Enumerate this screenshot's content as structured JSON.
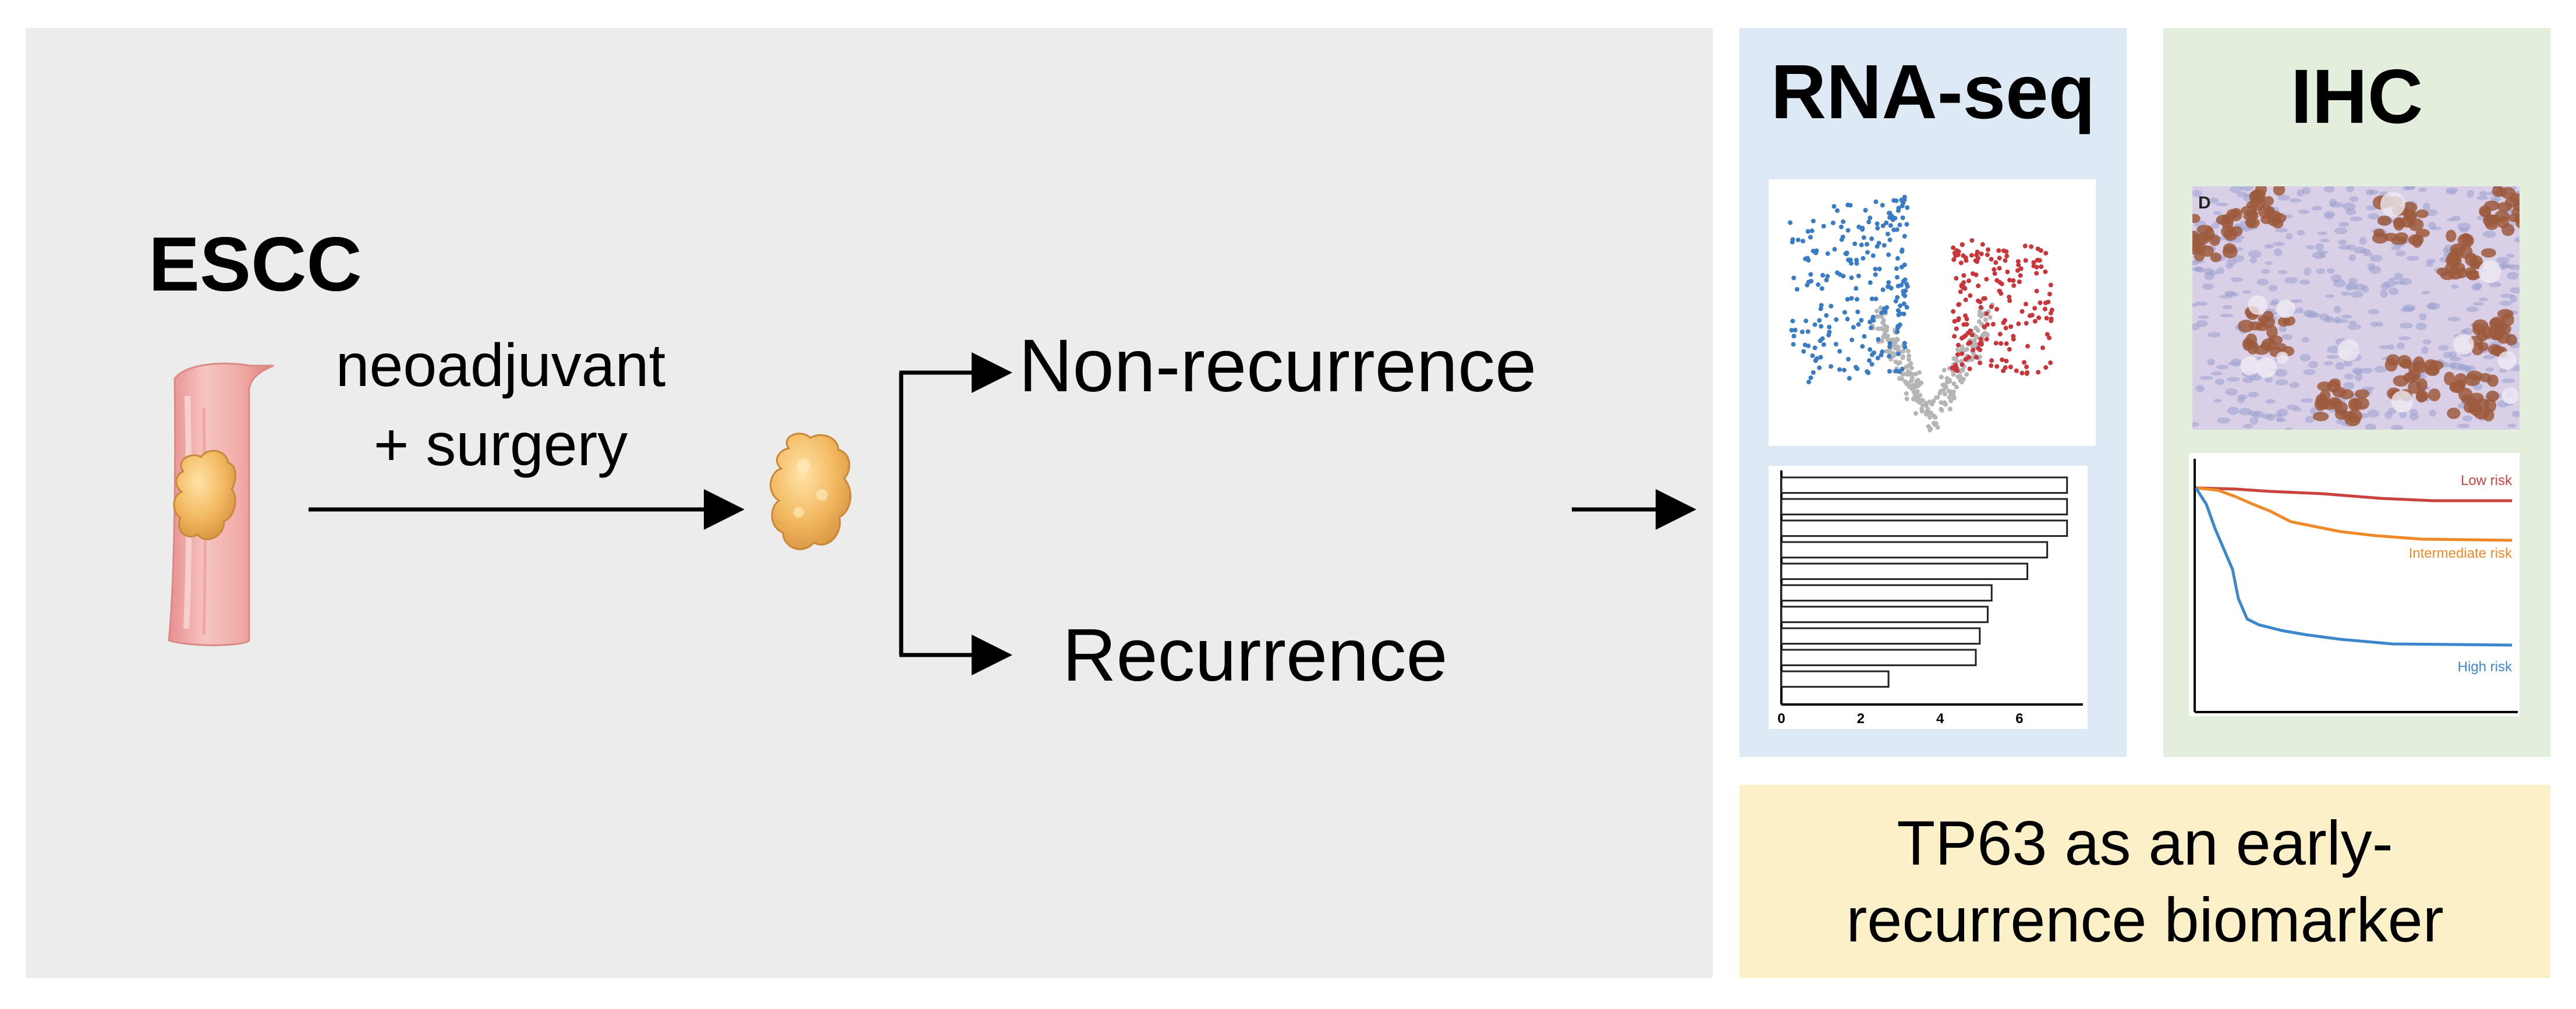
{
  "left_panel": {
    "escc_title": "ESCC",
    "treatment_line1": "neoadjuvant",
    "treatment_line2": "+ surgery",
    "outcome_non_recurrence": "Non-recurrence",
    "outcome_recurrence": "Recurrence"
  },
  "rna_panel": {
    "title": "RNA-seq",
    "bar_chart": {
      "type": "bar",
      "orientation": "horizontal",
      "x_ticks": [
        "0",
        "2",
        "4",
        "6"
      ],
      "xlim": [
        0,
        7.6
      ],
      "values": [
        7.2,
        7.2,
        7.2,
        6.7,
        6.2,
        5.3,
        5.2,
        5.0,
        4.9,
        2.7
      ]
    },
    "volcano_colors": {
      "down": "#3a7cc3",
      "up": "#c8353a",
      "ns": "#b5b5b5"
    }
  },
  "ihc_panel": {
    "title": "IHC",
    "image_label": "D",
    "km_chart": {
      "type": "line",
      "series": [
        {
          "name": "Low risk",
          "color": "#c9443f"
        },
        {
          "name": "Intermediate risk",
          "color": "#ef8a2b"
        },
        {
          "name": "High risk",
          "color": "#3c86cc"
        }
      ]
    }
  },
  "conclusion": {
    "line1": "TP63 as an early-",
    "line2": "recurrence biomarker"
  },
  "colors": {
    "left_bg": "#ececec",
    "rna_bg": "#dde9f5",
    "ihc_bg": "#e3efdc",
    "conclusion_bg": "#fcf0c9"
  }
}
